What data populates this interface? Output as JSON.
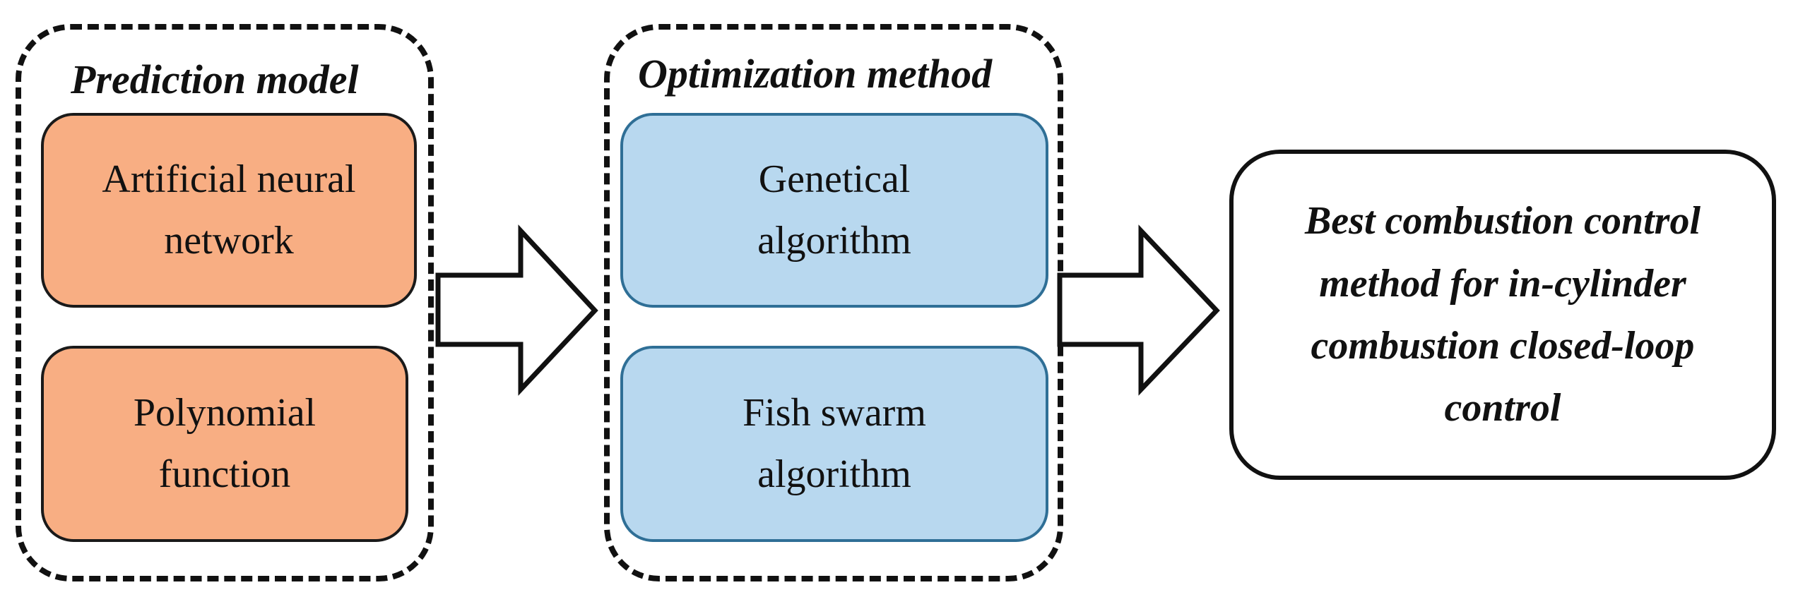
{
  "groups": [
    {
      "id": "prediction",
      "title": "Prediction model",
      "nodes": [
        {
          "label": "Artificial neural\nnetwork",
          "fill": "#f8ae83"
        },
        {
          "label": "Polynomial\nfunction",
          "fill": "#f8ae83"
        }
      ]
    },
    {
      "id": "optimization",
      "title": "Optimization method",
      "nodes": [
        {
          "label": "Genetical\nalgorithm",
          "fill": "#b8d8ef"
        },
        {
          "label": "Fish swarm\nalgorithm",
          "fill": "#b8d8ef"
        }
      ]
    }
  ],
  "result": {
    "label": "Best combustion control\nmethod for in-cylinder\ncombustion closed-loop\ncontrol"
  },
  "arrows": [
    {
      "from": "prediction",
      "to": "optimization"
    },
    {
      "from": "optimization",
      "to": "result"
    }
  ],
  "colors": {
    "prediction_fill": "#f8ae83",
    "optimization_fill": "#b8d8ef",
    "optimization_border": "#2f6f96",
    "outline": "#111111"
  }
}
